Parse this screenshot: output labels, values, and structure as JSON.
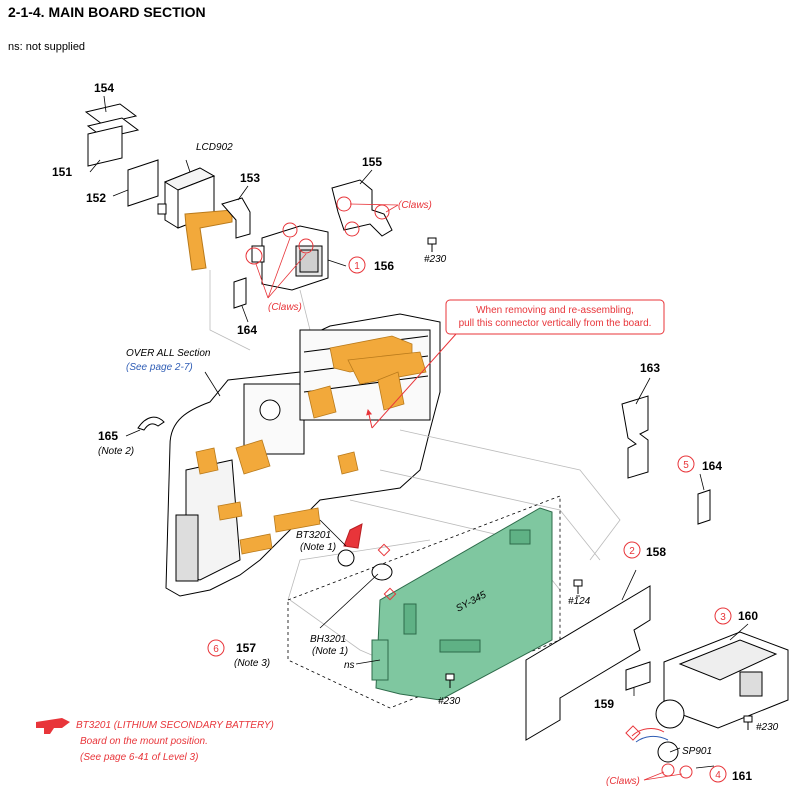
{
  "header": {
    "title": "2-1-4. MAIN BOARD SECTION",
    "subtitle": "ns: not supplied"
  },
  "parts": {
    "p151": "151",
    "p152": "152",
    "p153": "153",
    "p154": "154",
    "p155": "155",
    "p156": "156",
    "p157": "157",
    "p158": "158",
    "p159": "159",
    "p160": "160",
    "p161": "161",
    "p163": "163",
    "p164a": "164",
    "p164b": "164",
    "p165": "165"
  },
  "labels": {
    "lcd902": "LCD902",
    "claws_a": "(Claws)",
    "claws_b": "(Claws)",
    "claws_c": "(Claws)",
    "screw_230a": "#230",
    "screw_230b": "#230",
    "screw_230c": "#230",
    "screw_124": "#124",
    "overall": "OVER ALL Section",
    "see_page_27": "(See page 2-7)",
    "note2": "(Note 2)",
    "note3": "(Note 3)",
    "bt3201": "BT3201",
    "bt_note1": "(Note 1)",
    "bh3201": "BH3201",
    "bh_note1": "(Note 1)",
    "ns": "ns",
    "sy345": "SY-345",
    "sp901": "SP901",
    "callout_line1": "When removing and re-assembling,",
    "callout_line2": "pull this connector vertically from the board."
  },
  "steps": {
    "s1": "1",
    "s2": "2",
    "s3": "3",
    "s4": "4",
    "s5": "5",
    "s6": "6"
  },
  "note": {
    "line1": "BT3201 (LITHIUM SECONDARY BATTERY)",
    "line2": "Board on the mount position.",
    "line3": "(See page 6-41 of Level 3)"
  },
  "colors": {
    "accent_red": "#e8353a",
    "link_blue": "#2f5db5",
    "board_green": "#7fc7a0",
    "flex_orange": "#f2a93b"
  }
}
